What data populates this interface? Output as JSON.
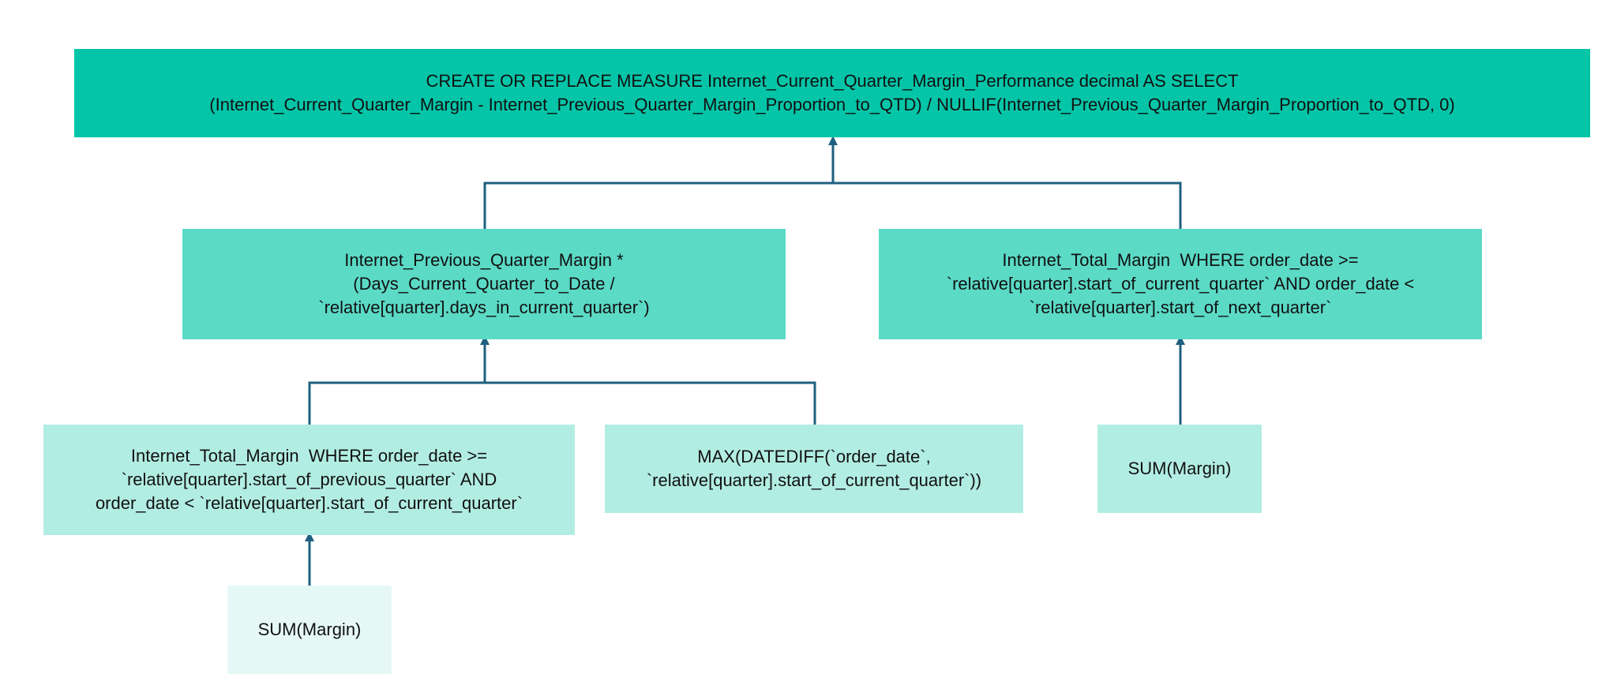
{
  "colors": {
    "level0": "#04C5A8",
    "level1": "#5BDAC6",
    "level2": "#B2EDE3",
    "level3": "#E5F8F5",
    "connector": "#1F607F",
    "text": "#111111"
  },
  "nodes": {
    "root": {
      "lines": [
        "CREATE OR REPLACE MEASURE Internet_Current_Quarter_Margin_Performance decimal AS SELECT",
        "(Internet_Current_Quarter_Margin - Internet_Previous_Quarter_Margin_Proportion_to_QTD) / NULLIF(Internet_Previous_Quarter_Margin_Proportion_to_QTD, 0)"
      ]
    },
    "previous_quarter_proportion": {
      "lines": [
        "Internet_Previous_Quarter_Margin *",
        "(Days_Current_Quarter_to_Date /",
        "`relative[quarter].days_in_current_quarter`)"
      ]
    },
    "current_quarter_margin": {
      "lines": [
        "Internet_Total_Margin  WHERE order_date >=",
        "`relative[quarter].start_of_current_quarter` AND order_date <",
        "`relative[quarter].start_of_next_quarter`"
      ]
    },
    "previous_quarter_margin": {
      "lines": [
        "Internet_Total_Margin  WHERE order_date >=",
        "`relative[quarter].start_of_previous_quarter` AND",
        "order_date < `relative[quarter].start_of_current_quarter`"
      ]
    },
    "days_to_date": {
      "lines": [
        "MAX(DATEDIFF(`order_date`,",
        "`relative[quarter].start_of_current_quarter`))"
      ]
    },
    "sum_margin_right": {
      "lines": [
        "SUM(Margin)"
      ]
    },
    "sum_margin_bottom": {
      "lines": [
        "SUM(Margin)"
      ]
    }
  }
}
